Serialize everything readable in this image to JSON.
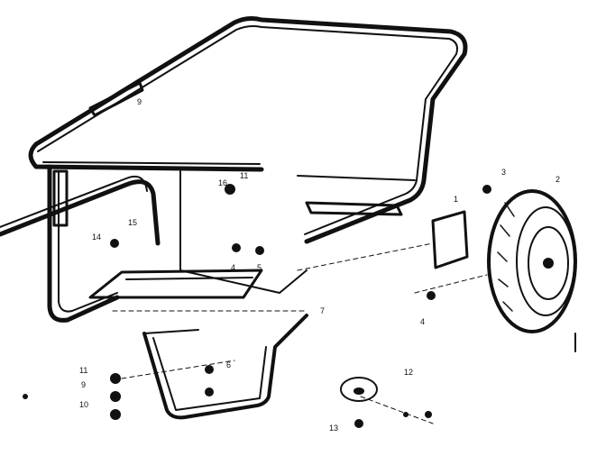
{
  "colors": {
    "ink": "#111111",
    "paper": "#ffffff"
  },
  "callouts": {
    "c1": "1",
    "c2": "2",
    "c3": "3",
    "c4": "4",
    "c4b": "4",
    "c5": "5",
    "c6": "6",
    "c7": "7",
    "c9": "9",
    "c9b": "9",
    "c10": "10",
    "c11": "11",
    "c11b": "11",
    "c12": "12",
    "c13": "13",
    "c14": "14",
    "c15": "15",
    "c16": "16"
  }
}
